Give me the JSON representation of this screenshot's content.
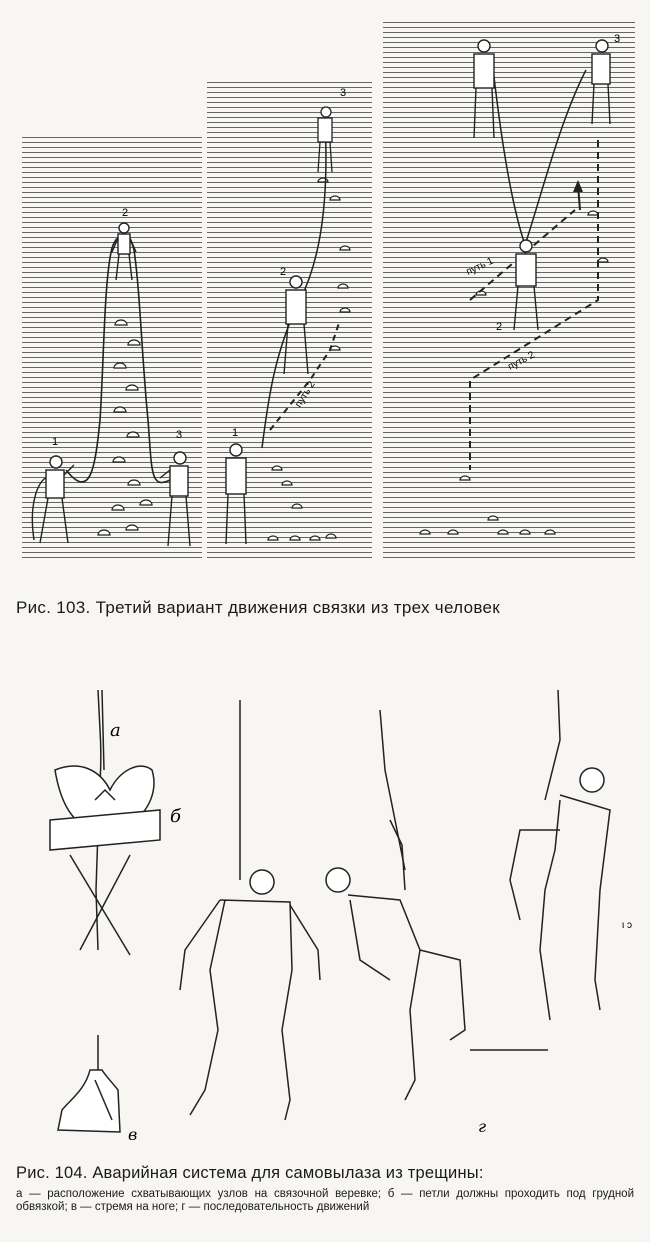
{
  "figure103": {
    "caption": "Рис. 103. Третий вариант движения связки из трех человек",
    "panels": [
      {
        "labels": {
          "leader": "2",
          "left": "1",
          "right": "3"
        }
      },
      {
        "labels": {
          "top": "3",
          "middle": "2",
          "bottom": "1",
          "path": "путь 2"
        }
      },
      {
        "labels": {
          "top_right": "3",
          "middle": "2",
          "path1": "путь 1",
          "path2": "путь 2"
        }
      }
    ]
  },
  "figure104": {
    "caption_title": "Рис. 104. Аварийная система для самовылаза из трещины:",
    "caption_body": "а — расположение схватывающих узлов на связочной веревке; б — петли должны проходить под грудной обвязкой; в — стремя на ноге; г — последовательность движений",
    "letters": {
      "a": "а",
      "b": "б",
      "v": "в",
      "g": "г"
    },
    "margin_mark": "ι ɔ"
  }
}
